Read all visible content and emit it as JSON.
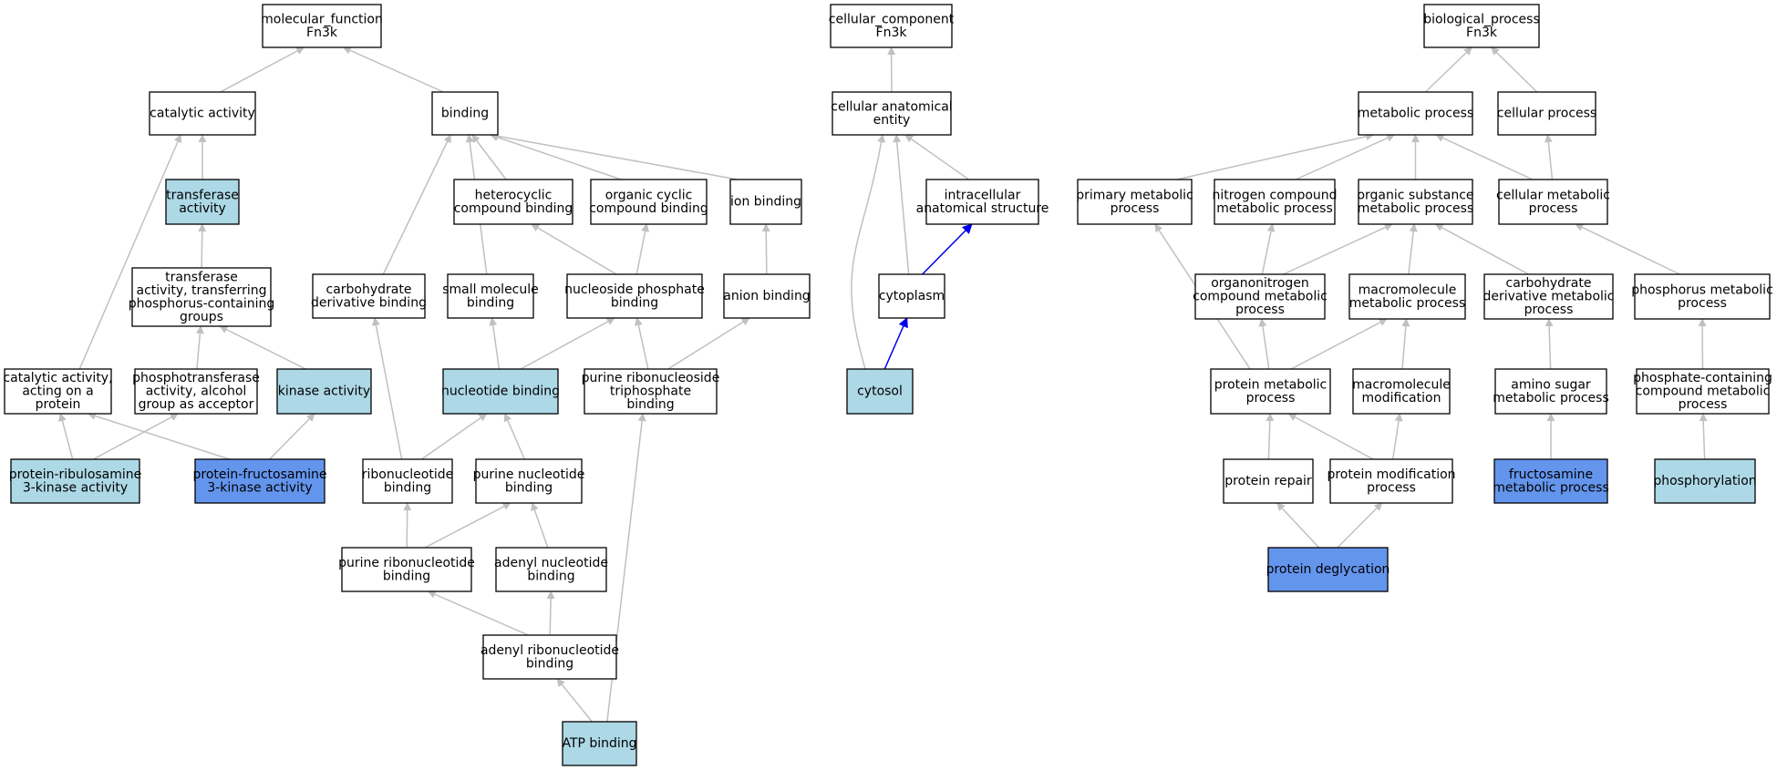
{
  "colors": {
    "plain": "#ffffff",
    "light": "#add8e6",
    "query": "#6495ed",
    "edge_default": "#c0c0c0",
    "edge_highlight": "#0000ee"
  },
  "nodes": [
    {
      "id": "mf",
      "lines": [
        "molecular_function",
        "Fn3k"
      ],
      "fill": "plain"
    },
    {
      "id": "cat",
      "lines": [
        "catalytic activity"
      ],
      "fill": "plain"
    },
    {
      "id": "bind",
      "lines": [
        "binding"
      ],
      "fill": "plain"
    },
    {
      "id": "trans",
      "lines": [
        "transferase",
        "activity"
      ],
      "fill": "light"
    },
    {
      "id": "transP",
      "lines": [
        "transferase",
        "activity, transferring",
        "phosphorus-containing",
        "groups"
      ],
      "fill": "plain"
    },
    {
      "id": "catprot",
      "lines": [
        "catalytic activity,",
        "acting on a",
        "protein"
      ],
      "fill": "plain"
    },
    {
      "id": "phospho",
      "lines": [
        "phosphotransferase",
        "activity, alcohol",
        "group as acceptor"
      ],
      "fill": "plain"
    },
    {
      "id": "kinase",
      "lines": [
        "kinase activity"
      ],
      "fill": "light"
    },
    {
      "id": "ribulos",
      "lines": [
        "protein-ribulosamine",
        "3-kinase activity"
      ],
      "fill": "light"
    },
    {
      "id": "fructos",
      "lines": [
        "protein-fructosamine",
        "3-kinase activity"
      ],
      "fill": "query"
    },
    {
      "id": "hetero",
      "lines": [
        "heterocyclic",
        "compound binding"
      ],
      "fill": "plain"
    },
    {
      "id": "orgcyc",
      "lines": [
        "organic cyclic",
        "compound binding"
      ],
      "fill": "plain"
    },
    {
      "id": "ion",
      "lines": [
        "ion binding"
      ],
      "fill": "plain"
    },
    {
      "id": "carbbind",
      "lines": [
        "carbohydrate",
        "derivative binding"
      ],
      "fill": "plain"
    },
    {
      "id": "smallmol",
      "lines": [
        "small molecule",
        "binding"
      ],
      "fill": "plain"
    },
    {
      "id": "nucphos",
      "lines": [
        "nucleoside phosphate",
        "binding"
      ],
      "fill": "plain"
    },
    {
      "id": "anion",
      "lines": [
        "anion binding"
      ],
      "fill": "plain"
    },
    {
      "id": "nucbind",
      "lines": [
        "nucleotide binding"
      ],
      "fill": "light"
    },
    {
      "id": "purtri",
      "lines": [
        "purine ribonucleoside",
        "triphosphate",
        "binding"
      ],
      "fill": "plain"
    },
    {
      "id": "ribonuc",
      "lines": [
        "ribonucleotide",
        "binding"
      ],
      "fill": "plain"
    },
    {
      "id": "purnuc",
      "lines": [
        "purine nucleotide",
        "binding"
      ],
      "fill": "plain"
    },
    {
      "id": "purribo",
      "lines": [
        "purine ribonucleotide",
        "binding"
      ],
      "fill": "plain"
    },
    {
      "id": "adenyl",
      "lines": [
        "adenyl nucleotide",
        "binding"
      ],
      "fill": "plain"
    },
    {
      "id": "adenylribo",
      "lines": [
        "adenyl ribonucleotide",
        "binding"
      ],
      "fill": "plain"
    },
    {
      "id": "atp",
      "lines": [
        "ATP binding"
      ],
      "fill": "light"
    },
    {
      "id": "cc",
      "lines": [
        "cellular_component",
        "Fn3k"
      ],
      "fill": "plain"
    },
    {
      "id": "cae",
      "lines": [
        "cellular anatomical",
        "entity"
      ],
      "fill": "plain"
    },
    {
      "id": "ias",
      "lines": [
        "intracellular",
        "anatomical structure"
      ],
      "fill": "plain"
    },
    {
      "id": "cyto",
      "lines": [
        "cytoplasm"
      ],
      "fill": "plain"
    },
    {
      "id": "cytosol",
      "lines": [
        "cytosol"
      ],
      "fill": "light"
    },
    {
      "id": "bp",
      "lines": [
        "biological_process",
        "Fn3k"
      ],
      "fill": "plain"
    },
    {
      "id": "metab",
      "lines": [
        "metabolic process"
      ],
      "fill": "plain"
    },
    {
      "id": "cellproc",
      "lines": [
        "cellular process"
      ],
      "fill": "plain"
    },
    {
      "id": "primmet",
      "lines": [
        "primary metabolic",
        "process"
      ],
      "fill": "plain"
    },
    {
      "id": "nitro",
      "lines": [
        "nitrogen compound",
        "metabolic process"
      ],
      "fill": "plain"
    },
    {
      "id": "orgsub",
      "lines": [
        "organic substance",
        "metabolic process"
      ],
      "fill": "plain"
    },
    {
      "id": "cellmet",
      "lines": [
        "cellular metabolic",
        "process"
      ],
      "fill": "plain"
    },
    {
      "id": "orgnitro",
      "lines": [
        "organonitrogen",
        "compound metabolic",
        "process"
      ],
      "fill": "plain"
    },
    {
      "id": "macromet",
      "lines": [
        "macromolecule",
        "metabolic process"
      ],
      "fill": "plain"
    },
    {
      "id": "carbmet",
      "lines": [
        "carbohydrate",
        "derivative metabolic",
        "process"
      ],
      "fill": "plain"
    },
    {
      "id": "phosmet",
      "lines": [
        "phosphorus metabolic",
        "process"
      ],
      "fill": "plain"
    },
    {
      "id": "protmet",
      "lines": [
        "protein metabolic",
        "process"
      ],
      "fill": "plain"
    },
    {
      "id": "macromod",
      "lines": [
        "macromolecule",
        "modification"
      ],
      "fill": "plain"
    },
    {
      "id": "aminosug",
      "lines": [
        "amino sugar",
        "metabolic process"
      ],
      "fill": "plain"
    },
    {
      "id": "phoscont",
      "lines": [
        "phosphate-containing",
        "compound metabolic",
        "process"
      ],
      "fill": "plain"
    },
    {
      "id": "protrep",
      "lines": [
        "protein repair"
      ],
      "fill": "plain"
    },
    {
      "id": "protmod",
      "lines": [
        "protein modification",
        "process"
      ],
      "fill": "plain"
    },
    {
      "id": "fructmet",
      "lines": [
        "fructosamine",
        "metabolic process"
      ],
      "fill": "query"
    },
    {
      "id": "phosph",
      "lines": [
        "phosphorylation"
      ],
      "fill": "light"
    },
    {
      "id": "deglyc",
      "lines": [
        "protein deglycation"
      ],
      "fill": "query"
    }
  ],
  "edges": [
    {
      "from": "cat",
      "to": "mf"
    },
    {
      "from": "bind",
      "to": "mf"
    },
    {
      "from": "trans",
      "to": "cat"
    },
    {
      "from": "catprot",
      "to": "cat"
    },
    {
      "from": "transP",
      "to": "trans"
    },
    {
      "from": "phospho",
      "to": "transP"
    },
    {
      "from": "kinase",
      "to": "transP"
    },
    {
      "from": "ribulos",
      "to": "catprot"
    },
    {
      "from": "fructos",
      "to": "catprot"
    },
    {
      "from": "ribulos",
      "to": "phospho"
    },
    {
      "from": "fructos",
      "to": "kinase"
    },
    {
      "from": "hetero",
      "to": "bind"
    },
    {
      "from": "orgcyc",
      "to": "bind"
    },
    {
      "from": "ion",
      "to": "bind"
    },
    {
      "from": "carbbind",
      "to": "bind"
    },
    {
      "from": "smallmol",
      "to": "bind"
    },
    {
      "from": "nucphos",
      "to": "hetero"
    },
    {
      "from": "nucphos",
      "to": "orgcyc"
    },
    {
      "from": "anion",
      "to": "ion"
    },
    {
      "from": "nucbind",
      "to": "smallmol"
    },
    {
      "from": "nucbind",
      "to": "nucphos"
    },
    {
      "from": "purtri",
      "to": "nucphos"
    },
    {
      "from": "purtri",
      "to": "anion"
    },
    {
      "from": "ribonuc",
      "to": "carbbind"
    },
    {
      "from": "ribonuc",
      "to": "nucbind"
    },
    {
      "from": "purnuc",
      "to": "nucbind"
    },
    {
      "from": "purribo",
      "to": "ribonuc"
    },
    {
      "from": "purribo",
      "to": "purnuc"
    },
    {
      "from": "adenyl",
      "to": "purnuc"
    },
    {
      "from": "adenylribo",
      "to": "purribo"
    },
    {
      "from": "adenylribo",
      "to": "adenyl"
    },
    {
      "from": "atp",
      "to": "adenylribo"
    },
    {
      "from": "atp",
      "to": "purtri"
    },
    {
      "from": "cae",
      "to": "cc"
    },
    {
      "from": "ias",
      "to": "cae"
    },
    {
      "from": "cyto",
      "to": "cae"
    },
    {
      "from": "cytosol",
      "to": "cae"
    },
    {
      "from": "cyto",
      "to": "ias",
      "highlight": true
    },
    {
      "from": "cytosol",
      "to": "cyto",
      "highlight": true
    },
    {
      "from": "metab",
      "to": "bp"
    },
    {
      "from": "cellproc",
      "to": "bp"
    },
    {
      "from": "primmet",
      "to": "metab"
    },
    {
      "from": "nitro",
      "to": "metab"
    },
    {
      "from": "orgsub",
      "to": "metab"
    },
    {
      "from": "cellmet",
      "to": "metab"
    },
    {
      "from": "cellmet",
      "to": "cellproc"
    },
    {
      "from": "orgnitro",
      "to": "nitro"
    },
    {
      "from": "orgnitro",
      "to": "orgsub"
    },
    {
      "from": "macromet",
      "to": "orgsub"
    },
    {
      "from": "carbmet",
      "to": "orgsub"
    },
    {
      "from": "phosmet",
      "to": "cellmet"
    },
    {
      "from": "protmet",
      "to": "primmet"
    },
    {
      "from": "protmet",
      "to": "orgnitro"
    },
    {
      "from": "protmet",
      "to": "macromet"
    },
    {
      "from": "macromod",
      "to": "macromet"
    },
    {
      "from": "aminosug",
      "to": "carbmet"
    },
    {
      "from": "phoscont",
      "to": "phosmet"
    },
    {
      "from": "protrep",
      "to": "protmet"
    },
    {
      "from": "protmod",
      "to": "protmet"
    },
    {
      "from": "protmod",
      "to": "macromod"
    },
    {
      "from": "fructmet",
      "to": "aminosug"
    },
    {
      "from": "phosph",
      "to": "phoscont"
    },
    {
      "from": "deglyc",
      "to": "protrep"
    },
    {
      "from": "deglyc",
      "to": "protmod"
    }
  ]
}
